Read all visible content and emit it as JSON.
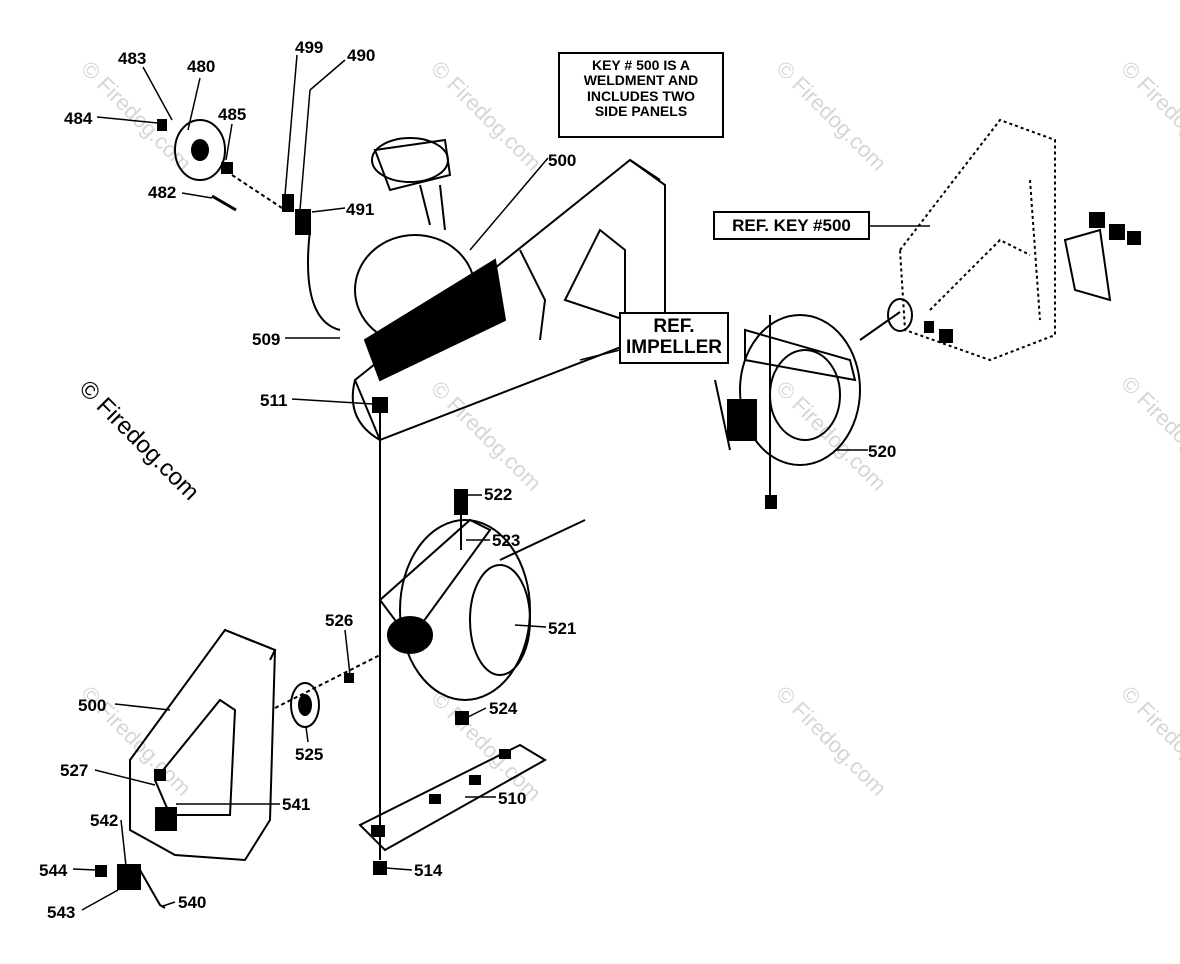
{
  "notes": {
    "weldment": [
      "KEY # 500 IS A",
      "WELDMENT AND",
      "INCLUDES TWO",
      "SIDE PANELS"
    ],
    "ref_key": "REF. KEY #500",
    "ref_impeller": [
      "REF.",
      "IMPELLER"
    ]
  },
  "watermark": {
    "main": "© Firedog.com",
    "faint": "© Firedog.com"
  },
  "callouts": {
    "c483": "483",
    "c480": "480",
    "c484": "484",
    "c485": "485",
    "c482": "482",
    "c499": "499",
    "c490": "490",
    "c491": "491",
    "c500a": "500",
    "c509": "509",
    "c511": "511",
    "c520": "520",
    "c522": "522",
    "c523": "523",
    "c521": "521",
    "c526": "526",
    "c500b": "500",
    "c525": "525",
    "c524": "524",
    "c527": "527",
    "c541": "541",
    "c510": "510",
    "c542": "542",
    "c544": "544",
    "c543": "543",
    "c540": "540",
    "c514": "514"
  }
}
